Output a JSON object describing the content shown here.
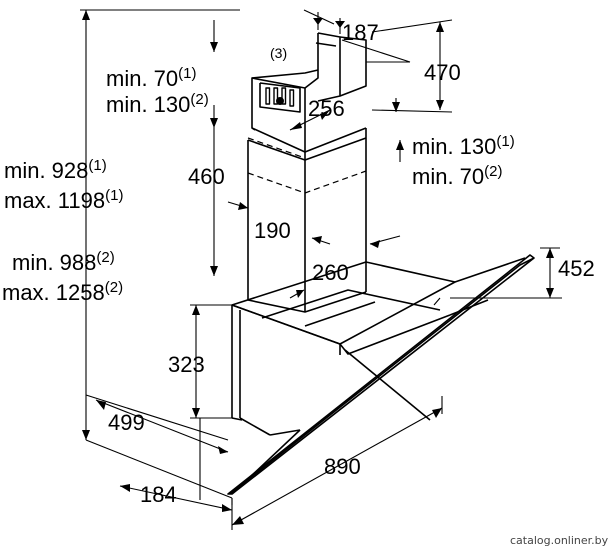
{
  "dims": {
    "top_width": "187",
    "duct_height": "470",
    "duct_depth": "256",
    "bracket_ref": "(3)",
    "min70_1": "min. 70",
    "min70_1_sup": "(1)",
    "min130_2": "min. 130",
    "min130_2_sup": "(2)",
    "min130_1": "min. 130",
    "min130_1_sup": "(1)",
    "min70_2": "min. 70",
    "min70_2_sup": "(2)",
    "min928_1": "min. 928",
    "min928_1_sup": "(1)",
    "max1198_1": "max. 1198",
    "max1198_1_sup": "(1)",
    "h460": "460",
    "w190": "190",
    "min988_2": "min. 988",
    "min988_2_sup": "(2)",
    "max1258_2": "max. 1258",
    "max1258_2_sup": "(2)",
    "d260": "260",
    "h452": "452",
    "h323": "323",
    "d499": "499",
    "w890": "890",
    "d184": "184"
  },
  "watermark": "catalog.onliner.by"
}
